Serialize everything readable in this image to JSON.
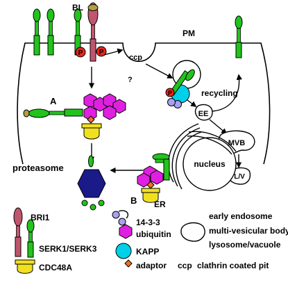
{
  "labels": {
    "bl": "BL",
    "pm": "PM",
    "ccp": "ccp",
    "question": "?",
    "recycling": "recycling",
    "path_a": "A",
    "path_b": "B",
    "nucleus": "nucleus",
    "er": "ER",
    "proteasome": "proteasome",
    "ee": "EE",
    "mvb": "MVB",
    "lv": "L/V",
    "p": "P"
  },
  "legend": {
    "bri1": "BRI1",
    "serk": "SERK1/SERK3",
    "cdc48a": "CDC48A",
    "protein_1433": "14-3-3",
    "ubiquitin": "ubiquitin",
    "kapp": "KAPP",
    "adaptor": "adaptor",
    "early_endosome": "early endosome",
    "mvb_full": "multi-vesicular body",
    "lysosome": "lysosome/vacuole",
    "ccp_abbr": "ccp",
    "ccp_full": "clathrin coated pit"
  },
  "colors": {
    "green": "#22c41c",
    "maroon": "#c0566e",
    "red": "#e8241c",
    "magenta": "#e020e0",
    "cyan": "#00d0e8",
    "lavender": "#a8a0f0",
    "yellow": "#f0e020",
    "orange": "#f07020",
    "navy": "#1a1a88",
    "olive": "#b0a040"
  }
}
